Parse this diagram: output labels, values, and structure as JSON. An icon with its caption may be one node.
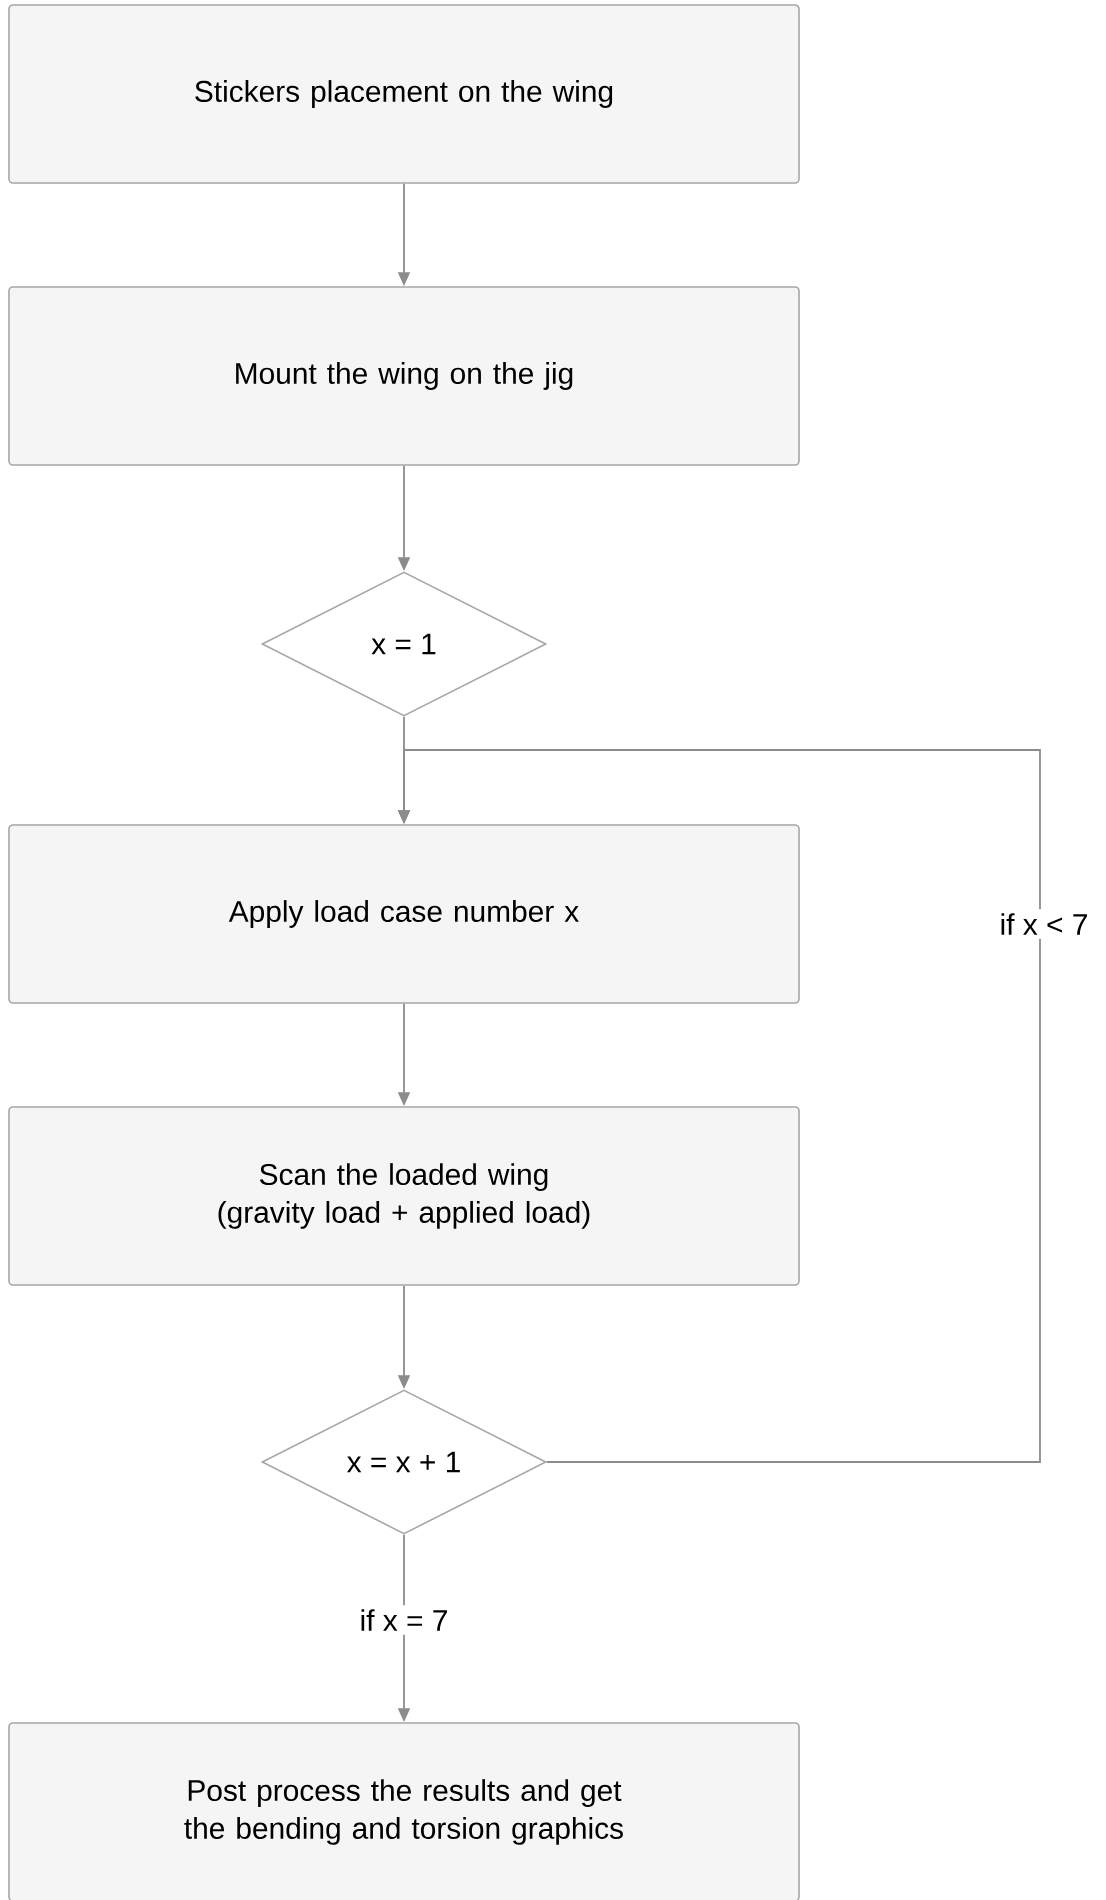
{
  "diagram": {
    "nodes": [
      {
        "text": [
          "Stickers placement on the wing"
        ]
      },
      {
        "text": [
          "Mount the wing on the jig"
        ]
      },
      {
        "text": [
          "x = 1"
        ]
      },
      {
        "text": [
          "Apply load case number x"
        ]
      },
      {
        "text": [
          "Scan the loaded wing (gravity load + applied load)"
        ]
      },
      {
        "text": [
          "x = x + 1"
        ]
      },
      {
        "text": [
          "Post process the results and get the bending and torsion graphics"
        ]
      }
    ],
    "edges": [
      {
        "from": 0,
        "to": 1,
        "arrow": "to"
      },
      {
        "from": 1,
        "to": 2,
        "arrow": "to"
      },
      {
        "from": 2,
        "to": 3,
        "arrow": "to"
      },
      {
        "from": 3,
        "to": 4,
        "arrow": "to"
      },
      {
        "from": 4,
        "to": 5,
        "arrow": "to"
      },
      {
        "from": 5,
        "to": 6,
        "arrow": "to",
        "label": "if x = 7"
      },
      {
        "from": 5,
        "to": 3,
        "arrow": "to",
        "label": "if x < 7"
      }
    ]
  }
}
